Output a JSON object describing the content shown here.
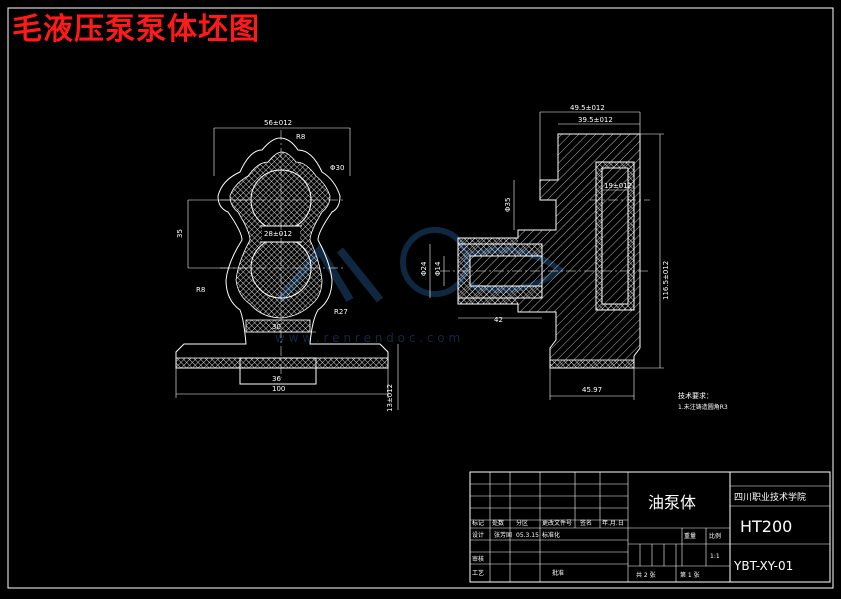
{
  "title": "毛液压泵泵体坯图",
  "watermark": {
    "text": "w w w . r e n r e n d o c . c o m"
  },
  "front_view": {
    "dims": {
      "top_width": "56±012",
      "radius": "R8",
      "bore_diameter": "Φ30",
      "center_distance": "35",
      "inner_width": "28±012",
      "radius_left": "R8",
      "radius_right": "R27",
      "neck": "30",
      "foot_inner": "36",
      "foot_width": "100",
      "base_height": "13±012"
    }
  },
  "side_view": {
    "dims": {
      "top_outer": "49.5±012",
      "top_inner": "39.5±012",
      "cavity_width": "19±012",
      "boss_dia": "Φ35",
      "hole_dia_outer": "Φ24",
      "hole_dia_inner": "Φ14",
      "boss_length": "42",
      "base_width": "45.97",
      "height": "116.5±012"
    }
  },
  "notes": {
    "heading": "技术要求：",
    "line1": "1.未注铸造圆角R3"
  },
  "title_block": {
    "part_name": "油泵体",
    "school": "四川职业技术学院",
    "material": "HT200",
    "drawing_no": "YBT-XY-01",
    "headers": {
      "mark": "标记",
      "count": "处数",
      "zone": "分区",
      "change_doc": "更改文件号",
      "sign": "签名",
      "date": "年.月.日",
      "design": "设计",
      "standard": "标准化",
      "designer": "张芳国",
      "date_value": "05.3.15",
      "weight": "重量",
      "scale": "比例",
      "scale_value": "1:1",
      "review": "审核",
      "craft": "工艺",
      "approve": "批准",
      "total": "共 2 张",
      "sheet": "第 1 张"
    }
  }
}
